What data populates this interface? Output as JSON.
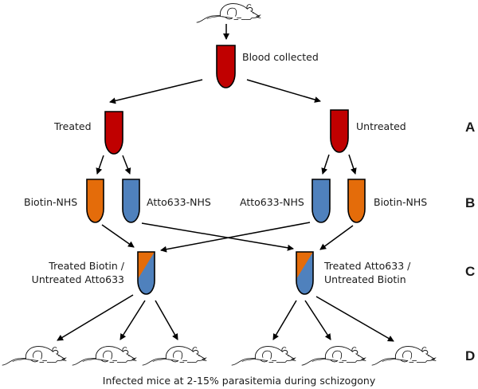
{
  "colors": {
    "blood": "#c00000",
    "biotin": "#e46c0a",
    "atto": "#4f81bd",
    "line": "#000000",
    "text": "#1a1a1a"
  },
  "top": {
    "source_icon": "mouse-icon",
    "tube_label": "Blood collected"
  },
  "row_a": {
    "step": "A",
    "left_label": "Treated",
    "right_label": "Untreated"
  },
  "row_b": {
    "step": "B",
    "tubes": [
      {
        "label": "Biotin-NHS",
        "reagent": "biotin"
      },
      {
        "label": "Atto633-NHS",
        "reagent": "atto"
      },
      {
        "label": "Atto633-NHS",
        "reagent": "atto"
      },
      {
        "label": "Biotin-NHS",
        "reagent": "biotin"
      }
    ]
  },
  "row_c": {
    "step": "C",
    "left_label_line1": "Treated Biotin /",
    "left_label_line2": "Untreated Atto633",
    "right_label_line1": "Treated Atto633 /",
    "right_label_line2": "Untreated Biotin"
  },
  "row_d": {
    "step": "D",
    "mouse_icon": "mouse-icon",
    "mice_per_group": 3,
    "caption": "Infected mice at 2-15% parasitemia during schizogony"
  }
}
